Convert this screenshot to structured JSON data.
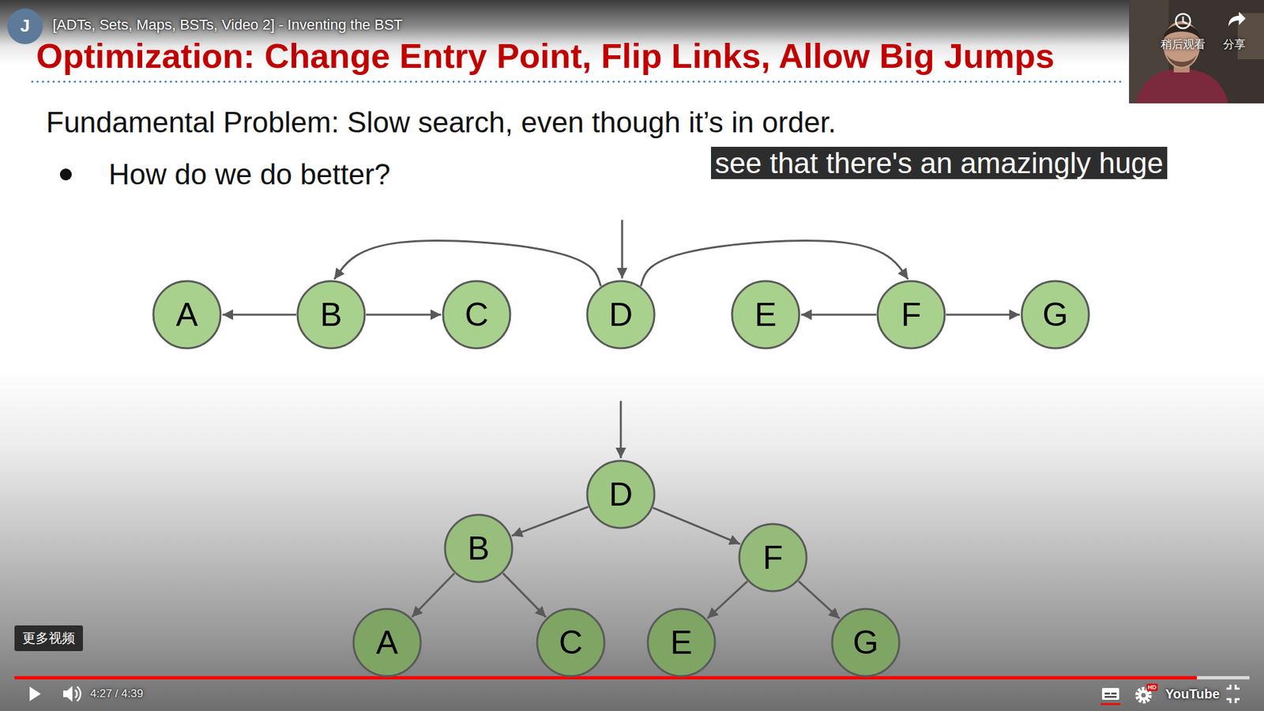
{
  "diagram": {
    "title": "Optimization: Change Entry Point, Flip Links, Allow Big Jumps",
    "nodes": [
      {
        "text": [
          "A"
        ]
      },
      {
        "text": [
          "B"
        ]
      },
      {
        "text": [
          "C"
        ]
      },
      {
        "text": [
          "D"
        ]
      },
      {
        "text": [
          "E"
        ]
      },
      {
        "text": [
          "F"
        ]
      },
      {
        "text": [
          "G"
        ]
      },
      {
        "text": [
          "D"
        ]
      },
      {
        "text": [
          "B"
        ]
      },
      {
        "text": [
          "F"
        ]
      },
      {
        "text": [
          "A"
        ]
      },
      {
        "text": [
          "C"
        ]
      },
      {
        "text": [
          "E"
        ]
      },
      {
        "text": [
          "G"
        ]
      }
    ],
    "edges": [
      {
        "from": 1,
        "to": 0,
        "arrow": "to"
      },
      {
        "from": 1,
        "to": 2,
        "arrow": "to"
      },
      {
        "from": 3,
        "to": 1,
        "arrow": "to"
      },
      {
        "from": 3,
        "to": 5,
        "arrow": "to"
      },
      {
        "from": 5,
        "to": 4,
        "arrow": "to"
      },
      {
        "from": 5,
        "to": 6,
        "arrow": "to"
      },
      {
        "from": 7,
        "to": 8,
        "arrow": "to"
      },
      {
        "from": 7,
        "to": 9,
        "arrow": "to"
      },
      {
        "from": 8,
        "to": 10,
        "arrow": "to"
      },
      {
        "from": 8,
        "to": 11,
        "arrow": "to"
      },
      {
        "from": 9,
        "to": 12,
        "arrow": "to"
      },
      {
        "from": 9,
        "to": 13,
        "arrow": "to"
      }
    ],
    "labels": [
      "J",
      "[ADTs, Sets, Maps, BSTs, Video 2] - Inventing the BST",
      "Fundamental Problem: Slow search, even though it’s in order.",
      "How do we do better?",
      "see that there's an amazingly huge",
      "稍后观看",
      "分享",
      "更多视频",
      "4:27 / 4:39",
      "HD",
      "YouTube"
    ]
  }
}
